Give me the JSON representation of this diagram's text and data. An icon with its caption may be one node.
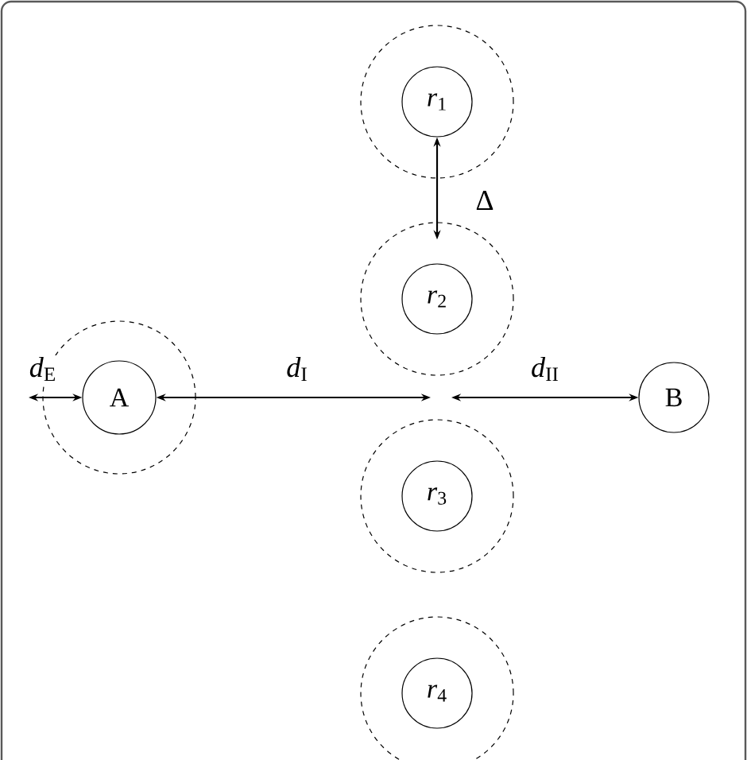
{
  "diagram": {
    "nodes": [
      {
        "text": [],
        "shape": "circle"
      },
      {
        "text": [
          "A"
        ],
        "in": 0
      },
      {
        "text": [],
        "shape": "circle"
      },
      {
        "text": [
          "*r*$_{1}$"
        ],
        "in": 2
      },
      {
        "text": [],
        "shape": "circle"
      },
      {
        "text": [
          "*r*$_{2}$"
        ],
        "in": 4
      },
      {
        "text": [],
        "shape": "circle"
      },
      {
        "text": [
          "*r*$_{3}$"
        ],
        "in": 6
      },
      {
        "text": [],
        "shape": "circle"
      },
      {
        "text": [
          "*r*$_{4}$"
        ],
        "in": 8
      },
      {
        "text": [
          "B"
        ]
      }
    ],
    "edges": [
      {
        "from": null,
        "to": 1,
        "arrow": "both",
        "label": "*d*$_{E}$"
      },
      {
        "from": 1,
        "to": null,
        "arrow": "both",
        "label": "*d*$_{I}$"
      },
      {
        "from": null,
        "to": 10,
        "arrow": "both",
        "label": "*d*$_{II}$"
      },
      {
        "from": 3,
        "to": 5,
        "arrow": "both",
        "label": "Δ"
      }
    ]
  }
}
